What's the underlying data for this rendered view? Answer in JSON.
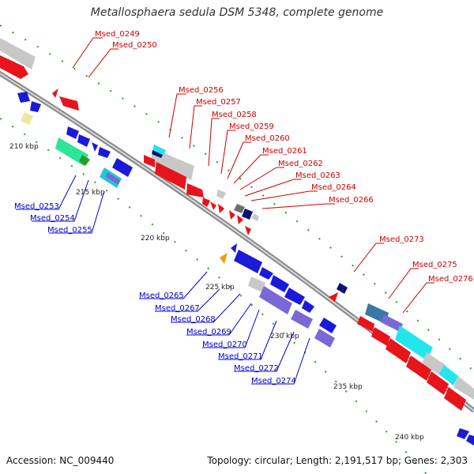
{
  "title": "Metallosphaera sedula DSM 5348, complete genome",
  "accession": "Accession: NC_009440",
  "topology": "Topology: circular; Length: 2,191,517 bp; Genes: 2,303",
  "kbp_labels": [
    "210 kbp",
    "215 kbp",
    "220 kbp",
    "225 kbp",
    "230 kbp",
    "235 kbp",
    "240 kbp"
  ],
  "labels_top": [
    "Msed_0249",
    "Msed_0250",
    "Msed_0256",
    "Msed_0257",
    "Msed_0258",
    "Msed_0259",
    "Msed_0260",
    "Msed_0261",
    "Msed_0262",
    "Msed_0263",
    "Msed_0264",
    "Msed_0266",
    "Msed_0273",
    "Msed_0275",
    "Msed_0276"
  ],
  "labels_bottom": [
    "Msed_0253",
    "Msed_0254",
    "Msed_0255",
    "Msed_0265",
    "Msed_0267",
    "Msed_0268",
    "Msed_0269",
    "Msed_0270",
    "Msed_0271",
    "Msed_0272",
    "Msed_0274"
  ],
  "colors": {
    "red": "#e8141b",
    "blue": "#1a1adb",
    "gray": "#c8c8c8",
    "purple": "#7b68d6",
    "cyan": "#22e6ec",
    "teal": "#3a78a8",
    "navy": "#101070",
    "orange": "#f39a10",
    "green": "#2a9b2a",
    "label_red": "#cc0000",
    "label_blue": "#0000cc"
  }
}
